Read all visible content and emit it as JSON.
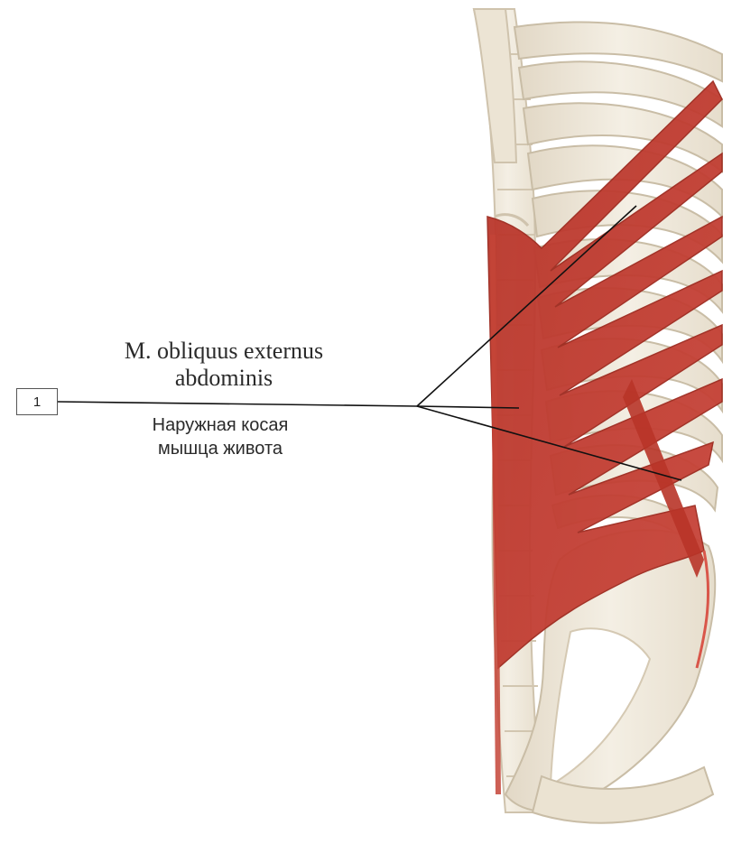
{
  "label": {
    "number": "1",
    "latin_line1": "M. obliquus externus",
    "latin_line2": "abdominis",
    "russian_line1": "Наружная косая",
    "russian_line2": "мышца живота"
  },
  "colors": {
    "bone": "#f1ebde",
    "bone_shadow": "#d9cfbc",
    "muscle": "#c0392b",
    "muscle_dark": "#9e2a1f",
    "leader_line": "#111111"
  },
  "figure": {
    "subject": "lateral view of trunk skeleton with external oblique abdominal muscle",
    "parts": [
      "vertebral-column",
      "ribs",
      "costal-cartilage",
      "external-oblique-muscle",
      "iliac-crest",
      "pelvis"
    ]
  }
}
